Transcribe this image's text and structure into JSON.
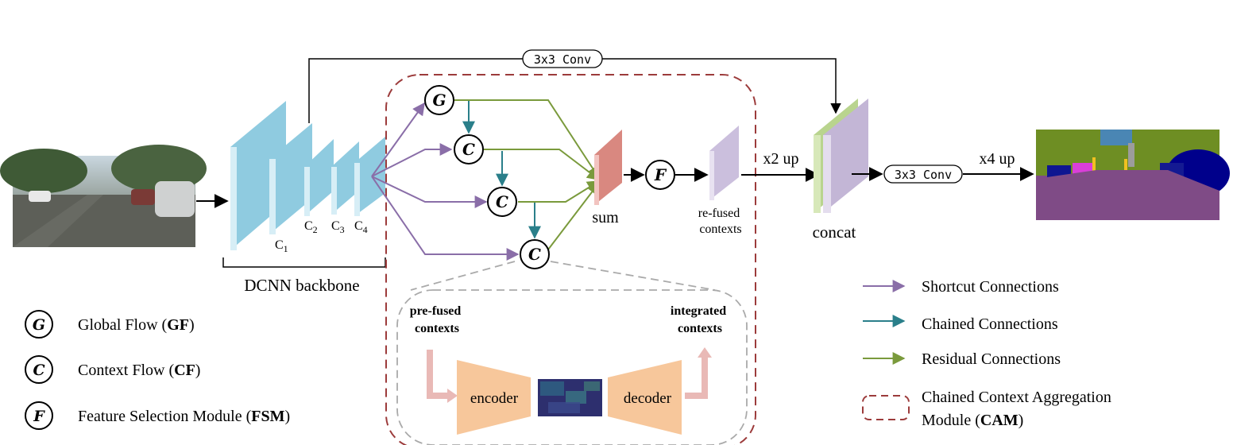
{
  "colors": {
    "shortcut": "#8a6ea8",
    "chained": "#2a7f8a",
    "residual": "#7a9a3c",
    "cam_border": "#9c3b3b",
    "backbone": "#93cfe0",
    "sum": "#d98880",
    "refused": "#cbbfdd",
    "concat_green": "#b9d48e",
    "concat_purple": "#c3b6d6",
    "encdec": "#f7c79b",
    "arrow_pink": "#e9b9b6"
  },
  "top_conv_label": "3x3 Conv",
  "right_conv_label": "3x3 Conv",
  "backbone": {
    "label": "DCNN backbone",
    "stages": [
      "C",
      "C",
      "C",
      "C"
    ],
    "subs": [
      "1",
      "2",
      "3",
      "4"
    ]
  },
  "nodes": {
    "global_symbol": "G",
    "context_symbol": "C",
    "fsm_symbol": "F"
  },
  "sum_label": "sum",
  "refused_label": [
    "re-fused",
    "contexts"
  ],
  "x2_label": "x2 up",
  "concat_label": "concat",
  "x4_label": "x4 up",
  "detail": {
    "prefused": [
      "pre-fused",
      "contexts"
    ],
    "integrated": [
      "integrated",
      "contexts"
    ],
    "encoder": "encoder",
    "decoder": "decoder"
  },
  "legend_left": [
    {
      "symbol": "G",
      "pre": "Global Flow (",
      "bold": "GF",
      "post": ")"
    },
    {
      "symbol": "C",
      "pre": "Context Flow (",
      "bold": "CF",
      "post": ")"
    },
    {
      "symbol": "F",
      "pre": "Feature Selection Module (",
      "bold": "FSM",
      "post": ")"
    }
  ],
  "legend_right": [
    {
      "kind": "arrow",
      "color_key": "shortcut",
      "label": "Shortcut Connections"
    },
    {
      "kind": "arrow",
      "color_key": "chained",
      "label": "Chained Connections"
    },
    {
      "kind": "arrow",
      "color_key": "residual",
      "label": "Residual Connections"
    },
    {
      "kind": "box",
      "label1": "Chained Context Aggregation",
      "label2_pre": "Module (",
      "label2_bold": "CAM",
      "label2_post": ")"
    }
  ]
}
